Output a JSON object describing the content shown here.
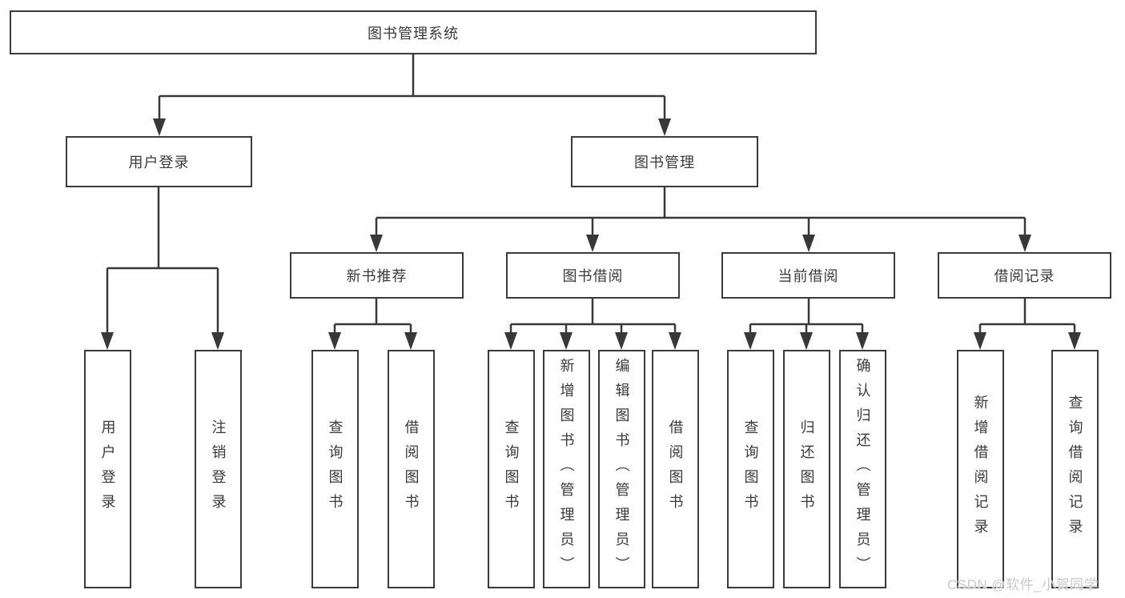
{
  "diagram": {
    "type": "hierarchy-tree",
    "root": {
      "label": "图书管理系统"
    },
    "level2": [
      {
        "label": "用户登录",
        "children": [
          {
            "label": "用户登录"
          },
          {
            "label": "注销登录"
          }
        ]
      },
      {
        "label": "图书管理"
      }
    ],
    "level3": [
      {
        "label": "新书推荐",
        "children": [
          {
            "label": "查询图书"
          },
          {
            "label": "借阅图书"
          }
        ]
      },
      {
        "label": "图书借阅",
        "children": [
          {
            "label": "查询图书"
          },
          {
            "label": "新增图书（管理员）"
          },
          {
            "label": "编辑图书（管理员）"
          },
          {
            "label": "借阅图书"
          }
        ]
      },
      {
        "label": "当前借阅",
        "children": [
          {
            "label": "查询图书"
          },
          {
            "label": "归还图书"
          },
          {
            "label": "确认归还（管理员）"
          }
        ]
      },
      {
        "label": "借阅记录",
        "children": [
          {
            "label": "新增借阅记录"
          },
          {
            "label": "查询借阅记录"
          }
        ]
      }
    ]
  },
  "watermark": {
    "text": "CSDN @软件_小贺同学"
  },
  "colors": {
    "line": "#383838",
    "box_border": "#3b3b3b",
    "text": "#3a3a3a",
    "watermark": "#c9c9c9",
    "background": "#ffffff"
  }
}
